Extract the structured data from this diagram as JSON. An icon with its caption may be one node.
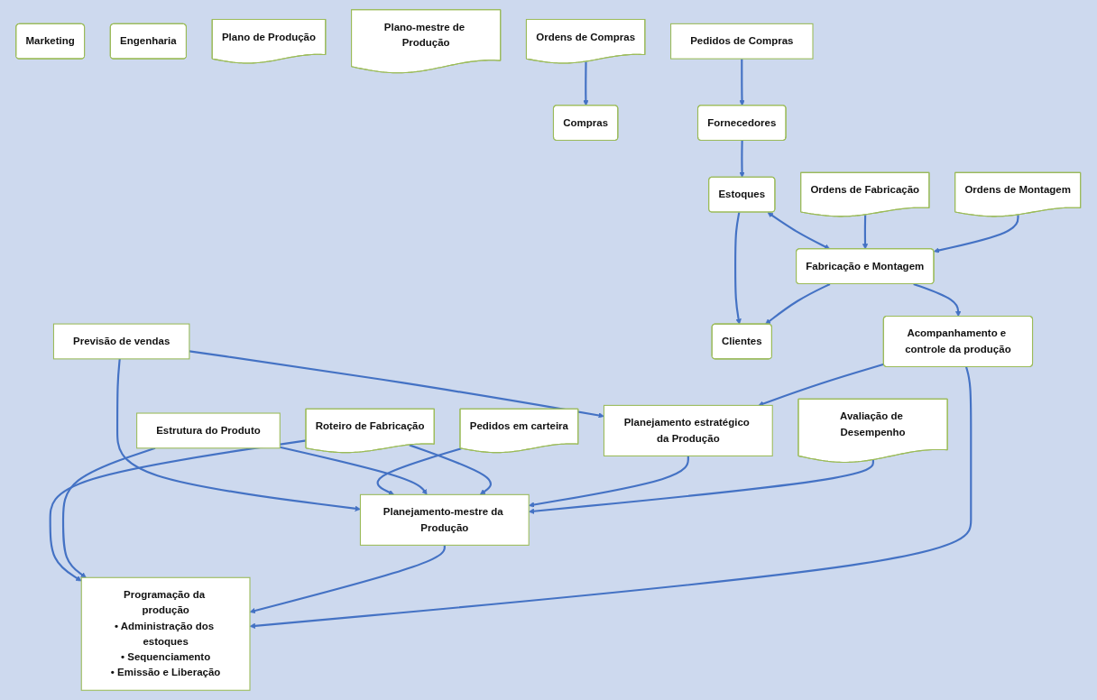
{
  "diagram": {
    "nodes": [
      {
        "text": [
          "Planejamento estratégico da Produção"
        ]
      },
      {
        "text": [
          "Plano de Produção"
        ]
      },
      {
        "text": [
          "Marketing"
        ]
      },
      {
        "text": [
          "Previsão de vendas"
        ]
      },
      {
        "text": [
          "Pedidos em carteira"
        ]
      },
      {
        "text": [
          "Planejamento-mestre da Produção"
        ]
      },
      {
        "text": [
          "Plano-mestre de Produção"
        ]
      },
      {
        "text": [
          "Avaliação de Desempenho"
        ]
      },
      {
        "text": [
          "Acompanhamento e controle da produção"
        ]
      },
      {
        "text": [
          "Engenharia"
        ]
      },
      {
        "text": [
          "Estrutura do Produto"
        ]
      },
      {
        "text": [
          "Roteiro de Fabricação"
        ]
      },
      {
        "text": [
          "Programação da produção",
          "• Administração dos estoques",
          "• Sequenciamento",
          "• Emissão e Liberação"
        ]
      },
      {
        "text": [
          "Ordens de Compras"
        ]
      },
      {
        "text": [
          "Ordens de Fabricação"
        ]
      },
      {
        "text": [
          "Ordens de Montagem"
        ]
      },
      {
        "text": [
          "Compras"
        ]
      },
      {
        "text": [
          "Pedidos de Compras"
        ]
      },
      {
        "text": [
          "Fornecedores"
        ]
      },
      {
        "text": [
          "Estoques"
        ]
      },
      {
        "text": [
          "Fabricação e Montagem"
        ]
      },
      {
        "text": [
          "Clientes"
        ]
      }
    ],
    "edges": [
      {
        "from": 3,
        "to": 0,
        "arrow": "to"
      },
      {
        "from": 3,
        "to": 5,
        "arrow": "to"
      },
      {
        "from": 4,
        "to": 5,
        "arrow": "to"
      },
      {
        "from": 10,
        "to": 5,
        "arrow": "to"
      },
      {
        "from": 11,
        "to": 5,
        "arrow": "to"
      },
      {
        "from": 11,
        "to": 12,
        "arrow": "to"
      },
      {
        "from": 10,
        "to": 12,
        "arrow": "to"
      },
      {
        "from": 0,
        "to": 5,
        "arrow": "to"
      },
      {
        "from": 5,
        "to": 12,
        "arrow": "to"
      },
      {
        "from": 8,
        "to": 0,
        "arrow": "to"
      },
      {
        "from": 7,
        "to": 5,
        "arrow": "to"
      },
      {
        "from": 8,
        "to": 12,
        "arrow": "to"
      },
      {
        "from": 13,
        "to": 16,
        "arrow": "to"
      },
      {
        "from": 17,
        "to": 18,
        "arrow": "to"
      },
      {
        "from": 18,
        "to": 19,
        "arrow": "to"
      },
      {
        "from": 19,
        "to": 20,
        "arrow": "both"
      },
      {
        "from": 14,
        "to": 20,
        "arrow": "to"
      },
      {
        "from": 15,
        "to": 20,
        "arrow": "to"
      },
      {
        "from": 19,
        "to": 21,
        "arrow": "to"
      },
      {
        "from": 20,
        "to": 21,
        "arrow": "to"
      },
      {
        "from": 20,
        "to": 8,
        "arrow": "to"
      }
    ]
  }
}
